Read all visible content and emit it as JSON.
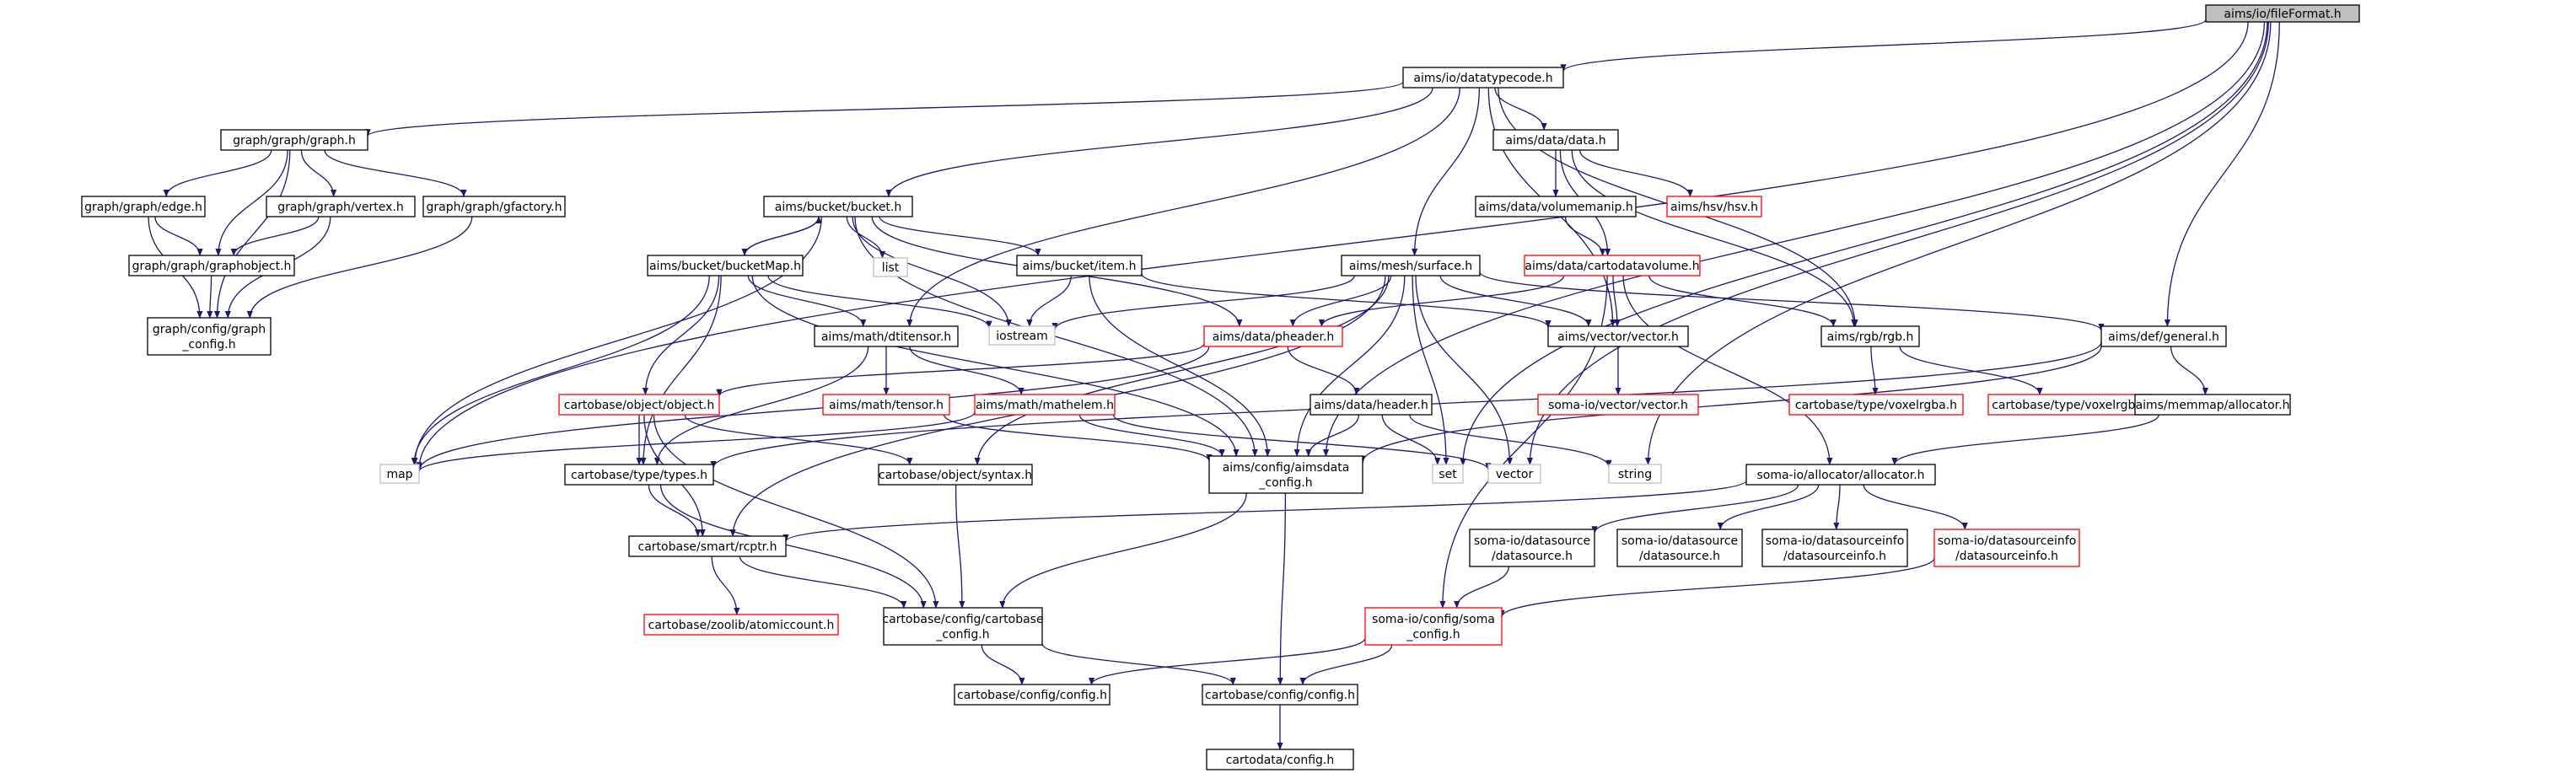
{
  "colors": {
    "root_fill": "#bfbfbf",
    "normal_border": "#000000",
    "missing_border": "#ff0000",
    "external_border": "#bfbfbf",
    "edge": "#191970",
    "text": "#000000"
  },
  "graph": {
    "root": "aims/io/fileFormat.h",
    "nodes": [
      {
        "id": "fileformat",
        "label": [
          "aims/io/fileFormat.h"
        ],
        "kind": "root"
      },
      {
        "id": "datatypecode",
        "label": [
          "aims/io/datatypecode.h"
        ],
        "kind": "normal"
      },
      {
        "id": "graph_h",
        "label": [
          "graph/graph/graph.h"
        ],
        "kind": "normal"
      },
      {
        "id": "bucket_h",
        "label": [
          "aims/bucket/bucket.h"
        ],
        "kind": "normal"
      },
      {
        "id": "data_h",
        "label": [
          "aims/data/data.h"
        ],
        "kind": "normal"
      },
      {
        "id": "edge_h",
        "label": [
          "graph/graph/edge.h"
        ],
        "kind": "normal"
      },
      {
        "id": "vertex_h",
        "label": [
          "graph/graph/vertex.h"
        ],
        "kind": "normal"
      },
      {
        "id": "gfactory_h",
        "label": [
          "graph/graph/gfactory.h"
        ],
        "kind": "normal"
      },
      {
        "id": "graphobject_h",
        "label": [
          "graph/graph/graphobject.h"
        ],
        "kind": "normal"
      },
      {
        "id": "graph_config",
        "label": [
          "graph/config/graph",
          "_config.h"
        ],
        "kind": "normal"
      },
      {
        "id": "bucketmap_h",
        "label": [
          "aims/bucket/bucketMap.h"
        ],
        "kind": "normal"
      },
      {
        "id": "list",
        "label": [
          "list"
        ],
        "kind": "external"
      },
      {
        "id": "item_h",
        "label": [
          "aims/bucket/item.h"
        ],
        "kind": "normal"
      },
      {
        "id": "volumemanip_h",
        "label": [
          "aims/data/volumemanip.h"
        ],
        "kind": "normal"
      },
      {
        "id": "hsv_h",
        "label": [
          "aims/hsv/hsv.h"
        ],
        "kind": "missing"
      },
      {
        "id": "cartodatavolume_h",
        "label": [
          "aims/data/cartodatavolume.h"
        ],
        "kind": "missing"
      },
      {
        "id": "surface_h",
        "label": [
          "aims/mesh/surface.h"
        ],
        "kind": "normal"
      },
      {
        "id": "iostream",
        "label": [
          "iostream"
        ],
        "kind": "external"
      },
      {
        "id": "dtitensor_h",
        "label": [
          "aims/math/dtitensor.h"
        ],
        "kind": "normal"
      },
      {
        "id": "pheader_h",
        "label": [
          "aims/data/pheader.h"
        ],
        "kind": "missing"
      },
      {
        "id": "vector_h",
        "label": [
          "aims/vector/vector.h"
        ],
        "kind": "normal"
      },
      {
        "id": "rgb_h",
        "label": [
          "aims/rgb/rgb.h"
        ],
        "kind": "normal"
      },
      {
        "id": "general_h",
        "label": [
          "aims/def/general.h"
        ],
        "kind": "normal"
      },
      {
        "id": "object_h",
        "label": [
          "cartobase/object/object.h"
        ],
        "kind": "missing"
      },
      {
        "id": "tensor_h",
        "label": [
          "aims/math/tensor.h"
        ],
        "kind": "missing"
      },
      {
        "id": "mathelem_h",
        "label": [
          "aims/math/mathelem.h"
        ],
        "kind": "missing"
      },
      {
        "id": "header_h",
        "label": [
          "aims/data/header.h"
        ],
        "kind": "normal"
      },
      {
        "id": "soma_vector_h",
        "label": [
          "soma-io/vector/vector.h"
        ],
        "kind": "missing"
      },
      {
        "id": "voxelrgba_h",
        "label": [
          "cartobase/type/voxelrgba.h"
        ],
        "kind": "missing"
      },
      {
        "id": "voxelrgb_h",
        "label": [
          "cartobase/type/voxelrgb.h"
        ],
        "kind": "missing"
      },
      {
        "id": "allocator_mm",
        "label": [
          "aims/memmap/allocator.h"
        ],
        "kind": "normal"
      },
      {
        "id": "map",
        "label": [
          "map"
        ],
        "kind": "external"
      },
      {
        "id": "types_h",
        "label": [
          "cartobase/type/types.h"
        ],
        "kind": "normal"
      },
      {
        "id": "syntax_h",
        "label": [
          "cartobase/object/syntax.h"
        ],
        "kind": "normal"
      },
      {
        "id": "aimsdata_config",
        "label": [
          "aims/config/aimsdata",
          "_config.h"
        ],
        "kind": "normal"
      },
      {
        "id": "set",
        "label": [
          "set"
        ],
        "kind": "external"
      },
      {
        "id": "vector",
        "label": [
          "vector"
        ],
        "kind": "external"
      },
      {
        "id": "string",
        "label": [
          "string"
        ],
        "kind": "external"
      },
      {
        "id": "soma_allocator",
        "label": [
          "soma-io/allocator/allocator.h"
        ],
        "kind": "normal"
      },
      {
        "id": "rcptr_h",
        "label": [
          "cartobase/smart/rcptr.h"
        ],
        "kind": "normal"
      },
      {
        "id": "datasource1",
        "label": [
          "soma-io/datasource",
          "/datasource.h"
        ],
        "kind": "normal"
      },
      {
        "id": "datasource2",
        "label": [
          "soma-io/datasource",
          "/datasource.h"
        ],
        "kind": "normal"
      },
      {
        "id": "datasourceinfo1",
        "label": [
          "soma-io/datasourceinfo",
          "/datasourceinfo.h"
        ],
        "kind": "normal"
      },
      {
        "id": "datasourceinfo2",
        "label": [
          "soma-io/datasourceinfo",
          "/datasourceinfo.h"
        ],
        "kind": "missing"
      },
      {
        "id": "atomiccount_h",
        "label": [
          "cartobase/zoolib/atomiccount.h"
        ],
        "kind": "missing"
      },
      {
        "id": "cartobase_config",
        "label": [
          "cartobase/config/cartobase",
          "_config.h"
        ],
        "kind": "normal"
      },
      {
        "id": "soma_config",
        "label": [
          "soma-io/config/soma",
          "_config.h"
        ],
        "kind": "missing"
      },
      {
        "id": "cb_config_a",
        "label": [
          "cartobase/config/config.h"
        ],
        "kind": "normal"
      },
      {
        "id": "cb_config_b",
        "label": [
          "cartobase/config/config.h"
        ],
        "kind": "normal"
      },
      {
        "id": "cartodata_config",
        "label": [
          "cartodata/config.h"
        ],
        "kind": "normal"
      }
    ],
    "edges": [
      [
        "fileformat",
        "datatypecode"
      ],
      [
        "fileformat",
        "map"
      ],
      [
        "fileformat",
        "general_h"
      ],
      [
        "fileformat",
        "string"
      ],
      [
        "fileformat",
        "vector"
      ],
      [
        "fileformat",
        "set"
      ],
      [
        "fileformat",
        "aimsdata_config"
      ],
      [
        "datatypecode",
        "graph_h"
      ],
      [
        "datatypecode",
        "bucket_h"
      ],
      [
        "datatypecode",
        "data_h"
      ],
      [
        "datatypecode",
        "surface_h"
      ],
      [
        "datatypecode",
        "dtitensor_h"
      ],
      [
        "datatypecode",
        "rgb_h"
      ],
      [
        "datatypecode",
        "vector_h"
      ],
      [
        "graph_h",
        "edge_h"
      ],
      [
        "graph_h",
        "vertex_h"
      ],
      [
        "graph_h",
        "gfactory_h"
      ],
      [
        "graph_h",
        "graphobject_h"
      ],
      [
        "graph_h",
        "graph_config"
      ],
      [
        "edge_h",
        "graphobject_h"
      ],
      [
        "edge_h",
        "graph_config"
      ],
      [
        "vertex_h",
        "graphobject_h"
      ],
      [
        "vertex_h",
        "graph_config"
      ],
      [
        "gfactory_h",
        "graph_config"
      ],
      [
        "graphobject_h",
        "graph_config"
      ],
      [
        "bucket_h",
        "bucketmap_h"
      ],
      [
        "bucketmap_h",
        "bucket_h"
      ],
      [
        "bucket_h",
        "list"
      ],
      [
        "bucket_h",
        "item_h"
      ],
      [
        "bucket_h",
        "iostream"
      ],
      [
        "bucket_h",
        "map"
      ],
      [
        "bucket_h",
        "pheader_h"
      ],
      [
        "bucket_h",
        "aimsdata_config"
      ],
      [
        "bucketmap_h",
        "map"
      ],
      [
        "bucketmap_h",
        "iostream"
      ],
      [
        "bucketmap_h",
        "dtitensor_h"
      ],
      [
        "bucketmap_h",
        "object_h"
      ],
      [
        "bucketmap_h",
        "types_h"
      ],
      [
        "bucketmap_h",
        "aimsdata_config"
      ],
      [
        "item_h",
        "iostream"
      ],
      [
        "item_h",
        "vector_h"
      ],
      [
        "item_h",
        "aimsdata_config"
      ],
      [
        "data_h",
        "volumemanip_h"
      ],
      [
        "data_h",
        "hsv_h"
      ],
      [
        "data_h",
        "cartodatavolume_h"
      ],
      [
        "data_h",
        "rgb_h"
      ],
      [
        "volumemanip_h",
        "cartodatavolume_h"
      ],
      [
        "cartodatavolume_h",
        "pheader_h"
      ],
      [
        "cartodatavolume_h",
        "vector_h"
      ],
      [
        "cartodatavolume_h",
        "rgb_h"
      ],
      [
        "cartodatavolume_h",
        "soma_allocator"
      ],
      [
        "cartodatavolume_h",
        "soma_config"
      ],
      [
        "surface_h",
        "iostream"
      ],
      [
        "surface_h",
        "pheader_h"
      ],
      [
        "surface_h",
        "vector_h"
      ],
      [
        "surface_h",
        "general_h"
      ],
      [
        "surface_h",
        "aimsdata_config"
      ],
      [
        "surface_h",
        "set"
      ],
      [
        "surface_h",
        "vector"
      ],
      [
        "surface_h",
        "rcptr_h"
      ],
      [
        "surface_h",
        "syntax_h"
      ],
      [
        "dtitensor_h",
        "tensor_h"
      ],
      [
        "dtitensor_h",
        "mathelem_h"
      ],
      [
        "dtitensor_h",
        "types_h"
      ],
      [
        "pheader_h",
        "header_h"
      ],
      [
        "pheader_h",
        "object_h"
      ],
      [
        "pheader_h",
        "map"
      ],
      [
        "vector_h",
        "soma_vector_h"
      ],
      [
        "rgb_h",
        "voxelrgba_h"
      ],
      [
        "rgb_h",
        "voxelrgb_h"
      ],
      [
        "general_h",
        "allocator_mm"
      ],
      [
        "general_h",
        "aimsdata_config"
      ],
      [
        "general_h",
        "types_h"
      ],
      [
        "object_h",
        "types_h"
      ],
      [
        "object_h",
        "syntax_h"
      ],
      [
        "object_h",
        "rcptr_h"
      ],
      [
        "object_h",
        "cartobase_config"
      ],
      [
        "tensor_h",
        "aimsdata_config"
      ],
      [
        "mathelem_h",
        "aimsdata_config"
      ],
      [
        "mathelem_h",
        "map"
      ],
      [
        "mathelem_h",
        "vector"
      ],
      [
        "header_h",
        "aimsdata_config"
      ],
      [
        "header_h",
        "set"
      ],
      [
        "header_h",
        "string"
      ],
      [
        "allocator_mm",
        "soma_allocator"
      ],
      [
        "types_h",
        "rcptr_h"
      ],
      [
        "types_h",
        "cartobase_config"
      ],
      [
        "syntax_h",
        "cartobase_config"
      ],
      [
        "aimsdata_config",
        "cartobase_config"
      ],
      [
        "aimsdata_config",
        "cb_config_b"
      ],
      [
        "soma_allocator",
        "rcptr_h"
      ],
      [
        "soma_allocator",
        "datasource1"
      ],
      [
        "soma_allocator",
        "datasource2"
      ],
      [
        "soma_allocator",
        "datasourceinfo1"
      ],
      [
        "soma_allocator",
        "datasourceinfo2"
      ],
      [
        "datasource1",
        "soma_config"
      ],
      [
        "datasourceinfo2",
        "soma_config"
      ],
      [
        "rcptr_h",
        "atomiccount_h"
      ],
      [
        "rcptr_h",
        "cartobase_config"
      ],
      [
        "cartobase_config",
        "cb_config_a"
      ],
      [
        "cartobase_config",
        "cb_config_b"
      ],
      [
        "soma_config",
        "cb_config_a"
      ],
      [
        "soma_config",
        "cb_config_b"
      ],
      [
        "cb_config_b",
        "cartodata_config"
      ]
    ]
  }
}
